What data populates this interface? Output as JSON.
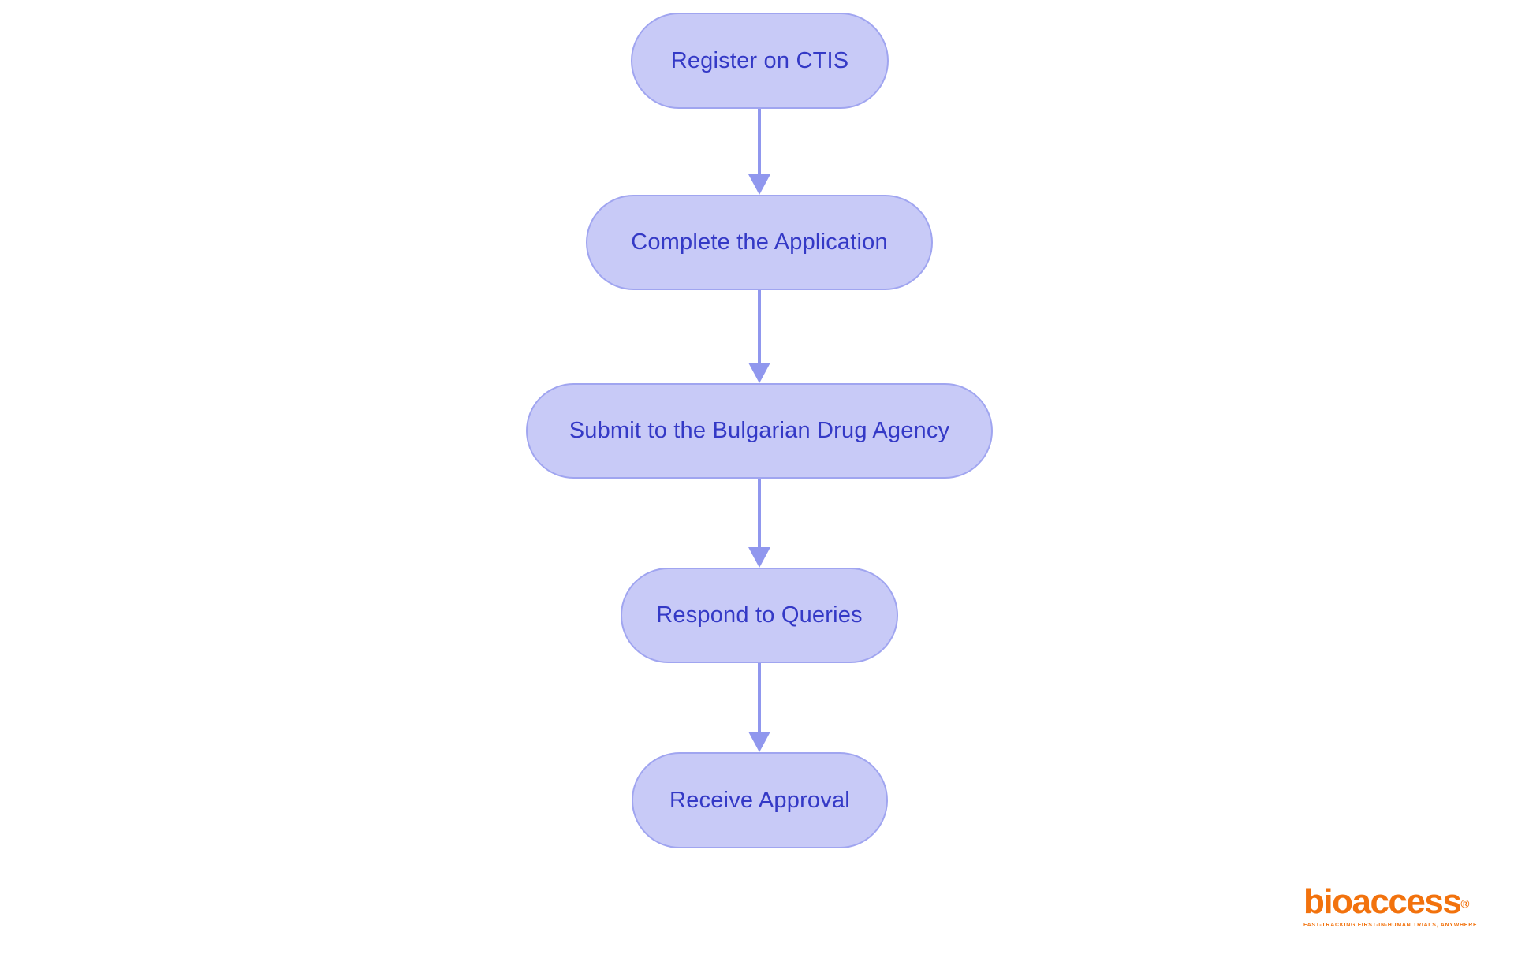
{
  "colors": {
    "background": "#ffffff",
    "node_fill": "#c8caf7",
    "node_border": "#a0a5f0",
    "node_text": "#3439c6",
    "arrow": "#9097ee",
    "logo_orange": "#f2720d"
  },
  "flowchart": {
    "type": "vertical-process-flow",
    "nodes": [
      {
        "id": "register-ctis",
        "label": "Register on CTIS"
      },
      {
        "id": "complete-application",
        "label": "Complete the Application"
      },
      {
        "id": "submit-bda",
        "label": "Submit to the Bulgarian Drug Agency"
      },
      {
        "id": "respond-queries",
        "label": "Respond to Queries"
      },
      {
        "id": "receive-approval",
        "label": "Receive Approval"
      }
    ],
    "edges": [
      {
        "from": "register-ctis",
        "to": "complete-application"
      },
      {
        "from": "complete-application",
        "to": "submit-bda"
      },
      {
        "from": "submit-bda",
        "to": "respond-queries"
      },
      {
        "from": "respond-queries",
        "to": "receive-approval"
      }
    ]
  },
  "branding": {
    "logo_text": "bioaccess",
    "registered_mark": "®",
    "tagline": "FAST-TRACKING FIRST-IN-HUMAN TRIALS, ANYWHERE"
  }
}
